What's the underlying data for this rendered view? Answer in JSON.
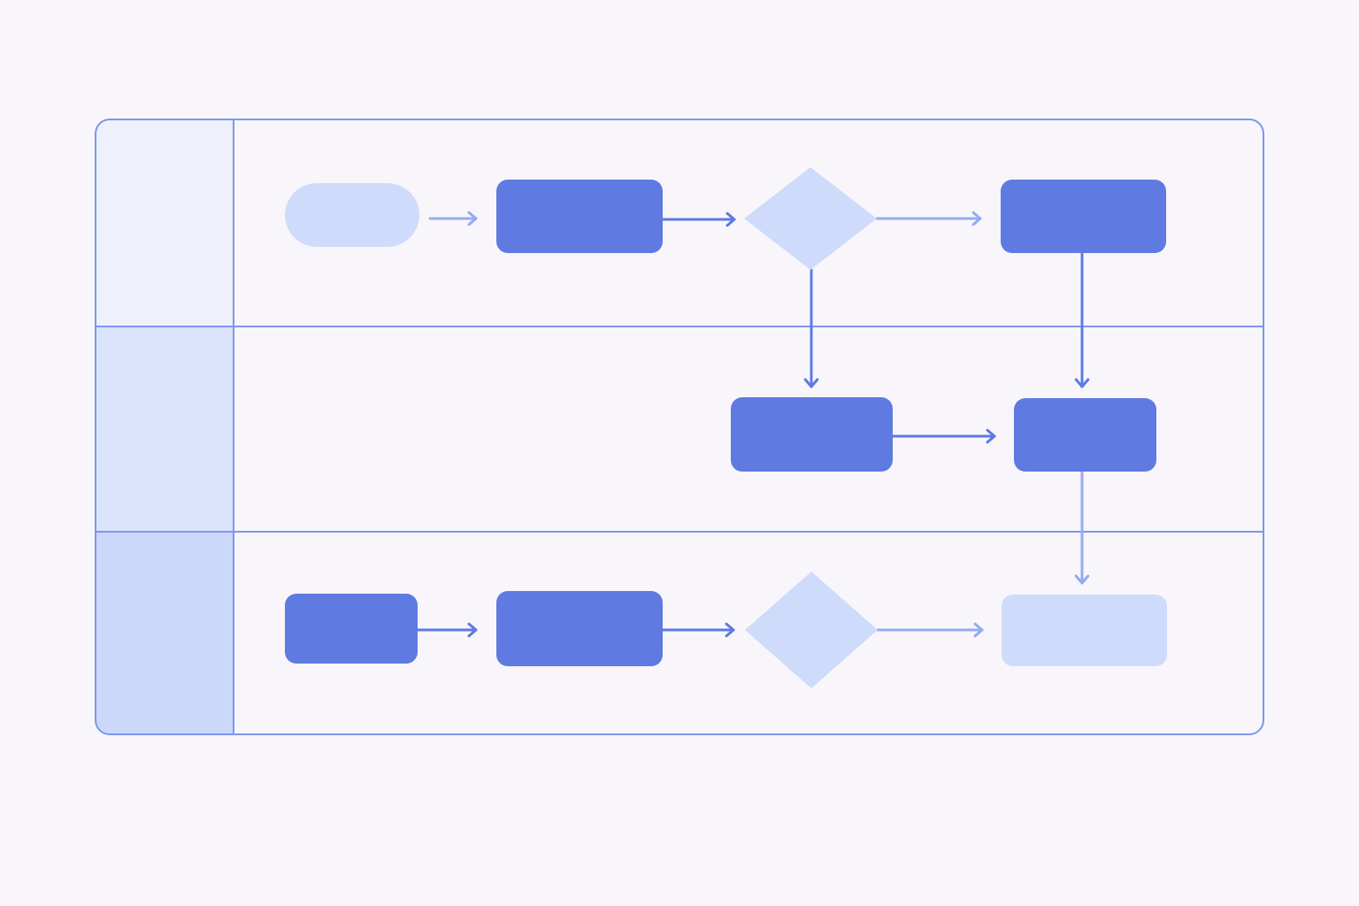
{
  "diagram": {
    "type": "swimlane-flowchart",
    "lanes": [
      {
        "id": "lane-1",
        "label": ""
      },
      {
        "id": "lane-2",
        "label": ""
      },
      {
        "id": "lane-3",
        "label": ""
      }
    ],
    "nodes": [
      {
        "id": "start",
        "lane": "lane-1",
        "shape": "pill",
        "style": "light",
        "label": ""
      },
      {
        "id": "process-1",
        "lane": "lane-1",
        "shape": "rect",
        "style": "dark",
        "label": ""
      },
      {
        "id": "decision-1",
        "lane": "lane-1",
        "shape": "diamond",
        "style": "light",
        "label": ""
      },
      {
        "id": "process-2",
        "lane": "lane-1",
        "shape": "rect",
        "style": "dark",
        "label": ""
      },
      {
        "id": "process-3",
        "lane": "lane-2",
        "shape": "rect",
        "style": "dark",
        "label": ""
      },
      {
        "id": "process-4",
        "lane": "lane-2",
        "shape": "rect",
        "style": "dark",
        "label": ""
      },
      {
        "id": "process-5",
        "lane": "lane-3",
        "shape": "rect",
        "style": "dark",
        "label": ""
      },
      {
        "id": "process-6",
        "lane": "lane-3",
        "shape": "rect",
        "style": "dark",
        "label": ""
      },
      {
        "id": "decision-2",
        "lane": "lane-3",
        "shape": "diamond",
        "style": "light",
        "label": ""
      },
      {
        "id": "end",
        "lane": "lane-3",
        "shape": "rect",
        "style": "light",
        "label": ""
      }
    ],
    "edges": [
      {
        "from": "start",
        "to": "process-1",
        "style": "light"
      },
      {
        "from": "process-1",
        "to": "decision-1",
        "style": "dark"
      },
      {
        "from": "decision-1",
        "to": "process-2",
        "style": "light"
      },
      {
        "from": "decision-1",
        "to": "process-3",
        "style": "dark"
      },
      {
        "from": "process-2",
        "to": "process-4",
        "style": "dark"
      },
      {
        "from": "process-3",
        "to": "process-4",
        "style": "dark"
      },
      {
        "from": "process-4",
        "to": "end",
        "style": "light"
      },
      {
        "from": "process-5",
        "to": "process-6",
        "style": "dark"
      },
      {
        "from": "process-6",
        "to": "decision-2",
        "style": "dark"
      },
      {
        "from": "decision-2",
        "to": "end",
        "style": "light"
      }
    ]
  },
  "colors": {
    "page_background": "#f8f6fb",
    "frame_stroke": "#7b98ea",
    "lane_header_fill_top": "#eef0fb",
    "lane_header_fill_mid": "#dbe2fb",
    "lane_header_fill_bottom": "#ccd8fa",
    "node_dark": "#5f7ae0",
    "node_light": "#cfdbfa",
    "arrow_dark": "#5f7ae0",
    "arrow_light": "#95abf0"
  }
}
